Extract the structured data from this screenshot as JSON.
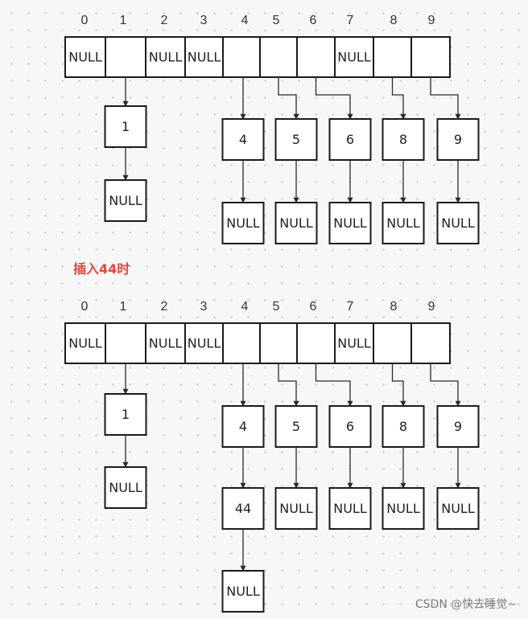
{
  "diagram": {
    "heading": "插入44时",
    "watermark": "CSDN @快去睡觉~",
    "colors": {
      "highlight": "#e8453c",
      "stroke": "#1a1a1a",
      "text": "#222222"
    },
    "sections": [
      {
        "indices": [
          "0",
          "1",
          "2",
          "3",
          "4",
          "5",
          "6",
          "7",
          "8",
          "9"
        ],
        "cells": [
          "NULL",
          "",
          "NULL",
          "NULL",
          "",
          "",
          "",
          "NULL",
          "",
          ""
        ],
        "chains": [
          {
            "slot": 1,
            "nodes": [
              {
                "label": "1"
              },
              {
                "label": "NULL"
              }
            ]
          },
          {
            "slot": 4,
            "nodes": [
              {
                "label": "4"
              },
              {
                "label": "NULL"
              }
            ]
          },
          {
            "slot": 5,
            "nodes": [
              {
                "label": "5"
              },
              {
                "label": "NULL"
              }
            ]
          },
          {
            "slot": 6,
            "nodes": [
              {
                "label": "6"
              },
              {
                "label": "NULL"
              }
            ]
          },
          {
            "slot": 8,
            "nodes": [
              {
                "label": "8"
              },
              {
                "label": "NULL"
              }
            ]
          },
          {
            "slot": 9,
            "nodes": [
              {
                "label": "9"
              },
              {
                "label": "NULL"
              }
            ]
          }
        ]
      },
      {
        "indices": [
          "0",
          "1",
          "2",
          "3",
          "4",
          "5",
          "6",
          "7",
          "8",
          "9"
        ],
        "cells": [
          "NULL",
          "",
          "NULL",
          "NULL",
          "",
          "",
          "",
          "NULL",
          "",
          ""
        ],
        "chains": [
          {
            "slot": 1,
            "nodes": [
              {
                "label": "1"
              },
              {
                "label": "NULL"
              }
            ]
          },
          {
            "slot": 4,
            "nodes": [
              {
                "label": "4"
              },
              {
                "label": "44",
                "highlight": true
              },
              {
                "label": "NULL"
              }
            ]
          },
          {
            "slot": 5,
            "nodes": [
              {
                "label": "5"
              },
              {
                "label": "NULL"
              }
            ]
          },
          {
            "slot": 6,
            "nodes": [
              {
                "label": "6"
              },
              {
                "label": "NULL"
              }
            ]
          },
          {
            "slot": 8,
            "nodes": [
              {
                "label": "8"
              },
              {
                "label": "NULL"
              }
            ]
          },
          {
            "slot": 9,
            "nodes": [
              {
                "label": "9"
              },
              {
                "label": "NULL"
              }
            ]
          }
        ]
      }
    ]
  }
}
